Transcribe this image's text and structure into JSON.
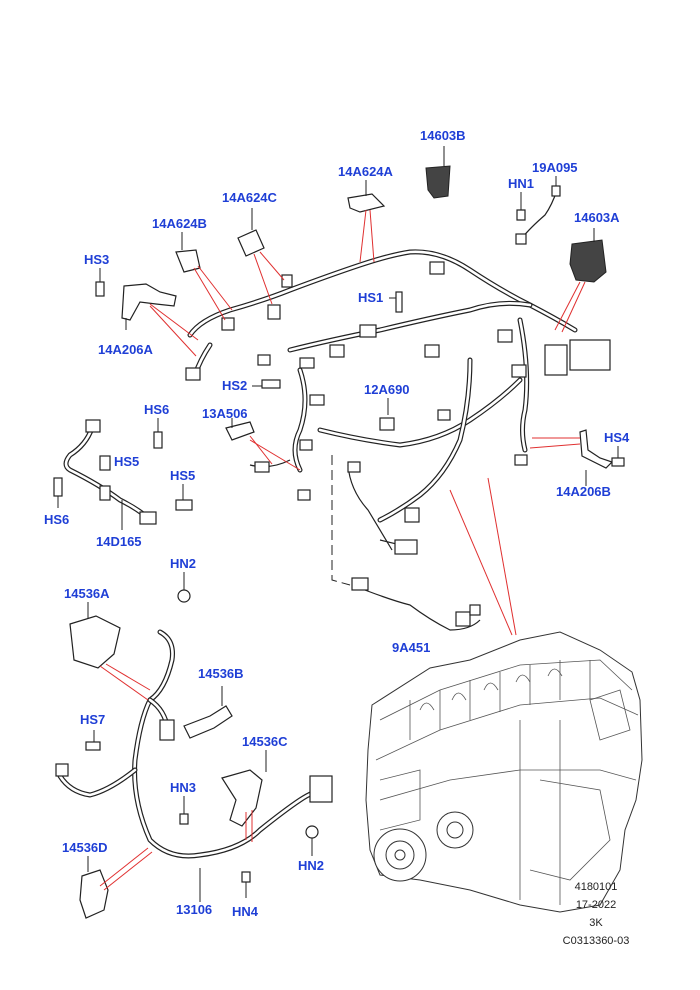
{
  "callouts": {
    "c14603B": "14603B",
    "c14A624A": "14A624A",
    "c19A095": "19A095",
    "cHN1": "HN1",
    "c14A624C": "14A624C",
    "c14603A": "14603A",
    "c14A624B": "14A624B",
    "cHS3": "HS3",
    "cHS1": "HS1",
    "c14A206A": "14A206A",
    "cHS2": "HS2",
    "c12A690": "12A690",
    "cHS6_top": "HS6",
    "c13A506": "13A506",
    "cHS4": "HS4",
    "cHS5_a": "HS5",
    "cHS5_b": "HS5",
    "cHS6_left": "HS6",
    "c14A206B": "14A206B",
    "c14D165": "14D165",
    "cHN2_top": "HN2",
    "c14536A": "14536A",
    "c9A451": "9A451",
    "c14536B": "14536B",
    "cHS7": "HS7",
    "c14536C": "14536C",
    "cHN3": "HN3",
    "c14536D": "14536D",
    "cHN2_bottom": "HN2",
    "c13106": "13106",
    "cHN4": "HN4"
  },
  "reference": {
    "line1": "4180101",
    "line2": "17-2022",
    "line3": "3K",
    "line4": "C0313360-03"
  },
  "colors": {
    "label": "#1f3fd6",
    "leader_red": "#e03030",
    "line": "#222222"
  }
}
